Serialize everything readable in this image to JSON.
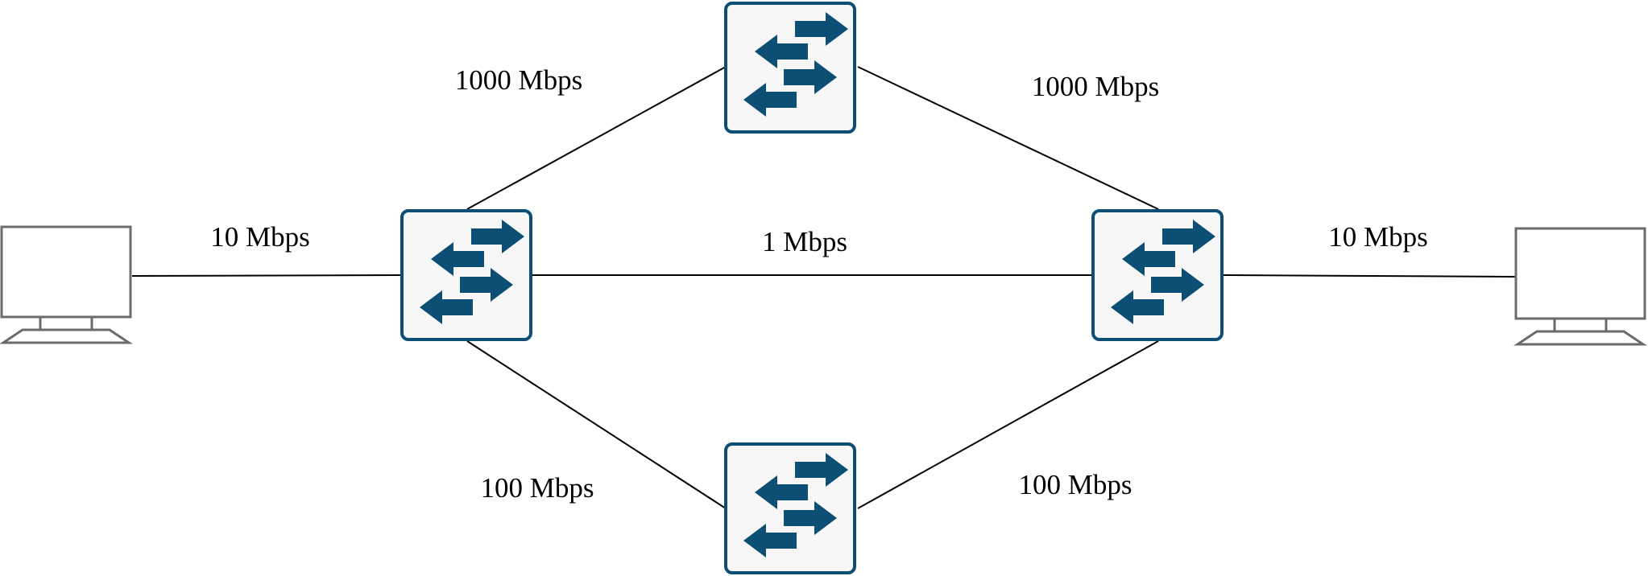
{
  "diagram": {
    "nodes": {
      "pc_left": {
        "type": "computer",
        "icon": "desktop-computer-icon"
      },
      "switch_left": {
        "type": "switch",
        "icon": "network-switch-icon"
      },
      "switch_top": {
        "type": "switch",
        "icon": "network-switch-icon"
      },
      "switch_right": {
        "type": "switch",
        "icon": "network-switch-icon"
      },
      "switch_bottom": {
        "type": "switch",
        "icon": "network-switch-icon"
      },
      "pc_right": {
        "type": "computer",
        "icon": "desktop-computer-icon"
      }
    },
    "links": {
      "pc_left_to_switch_left": {
        "from": "pc_left",
        "to": "switch_left",
        "label": "10 Mbps"
      },
      "switch_left_to_switch_top": {
        "from": "switch_left",
        "to": "switch_top",
        "label": "1000 Mbps"
      },
      "switch_top_to_switch_right": {
        "from": "switch_top",
        "to": "switch_right",
        "label": "1000 Mbps"
      },
      "switch_left_to_switch_right": {
        "from": "switch_left",
        "to": "switch_right",
        "label": "1 Mbps"
      },
      "switch_right_to_pc_right": {
        "from": "switch_right",
        "to": "pc_right",
        "label": "10 Mbps"
      },
      "switch_left_to_switch_bottom": {
        "from": "switch_left",
        "to": "switch_bottom",
        "label": "100 Mbps"
      },
      "switch_bottom_to_switch_right": {
        "from": "switch_bottom",
        "to": "switch_right",
        "label": "100 Mbps"
      }
    },
    "colors": {
      "switch_accent": "#0d4f74",
      "switch_fill": "#f7f7f7",
      "computer_outline": "#6b6b6b",
      "link": "#000000"
    }
  }
}
